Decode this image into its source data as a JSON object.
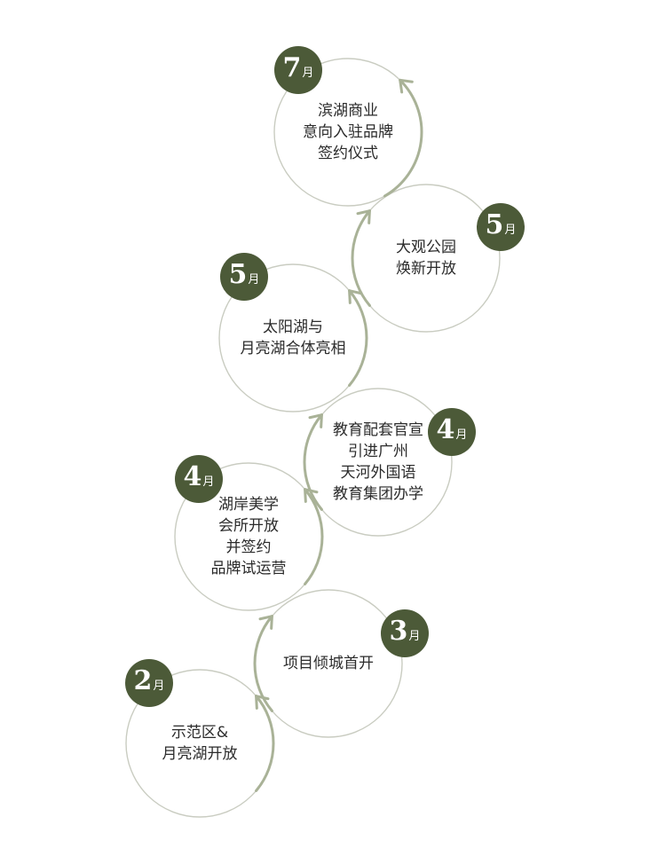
{
  "colors": {
    "circle_stroke": "#c9ccc1",
    "arc_stroke": "#a9b297",
    "badge_fill": "#4c5a38",
    "text": "#2b2b2b"
  },
  "milestones": [
    {
      "month_num": "2",
      "month_unit": "月",
      "lines": [
        "示范区&",
        "月亮湖开放"
      ]
    },
    {
      "month_num": "3",
      "month_unit": "月",
      "lines": [
        "项目倾城首开"
      ]
    },
    {
      "month_num": "4",
      "month_unit": "月",
      "lines": [
        "湖岸美学",
        "会所开放",
        "并签约",
        "品牌试运营"
      ]
    },
    {
      "month_num": "4",
      "month_unit": "月",
      "lines": [
        "教育配套官宣",
        "引进广州",
        "天河外国语",
        "教育集团办学"
      ]
    },
    {
      "month_num": "5",
      "month_unit": "月",
      "lines": [
        "太阳湖与",
        "月亮湖合体亮相"
      ]
    },
    {
      "month_num": "5",
      "month_unit": "月",
      "lines": [
        "大观公园",
        "焕新开放"
      ]
    },
    {
      "month_num": "7",
      "month_unit": "月",
      "lines": [
        "滨湖商业",
        "意向入驻品牌",
        "签约仪式"
      ]
    }
  ]
}
